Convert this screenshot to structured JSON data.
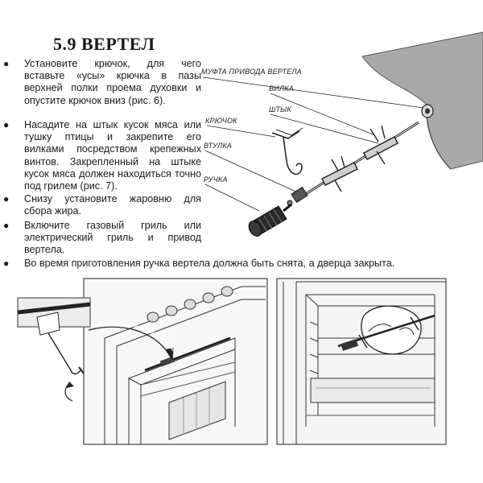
{
  "section": {
    "title": "5.9 ВЕРТЕЛ"
  },
  "bullets": [
    "Установите крючок, для чего вставьте «усы» крючка в пазы верхней полки проема духовки и опустите крючок вниз (рис. 6).",
    "Насадите на штык кусок мяса или тушку птицы и закрепите его вилками посредством крепежных винтов. Закрепленный на штыке кусок мяса должен находиться точно под грилем (рис. 7).",
    "Снизу установите жаровню для сбора жира.",
    "Включите газовый гриль или электрический гриль и привод вертела."
  ],
  "note": "Во время приготовления ручка вертела должна быть снята, а дверца закрыта.",
  "diagram_labels": {
    "drive_coupling": "МУФТА ПРИВОДА ВЕРТЕЛА",
    "fork": "ВИЛКА",
    "spit": "ШТЫК",
    "hook": "КРЮЧОК",
    "bushing": "ВТУЛКА",
    "handle": "РУЧКА"
  }
}
